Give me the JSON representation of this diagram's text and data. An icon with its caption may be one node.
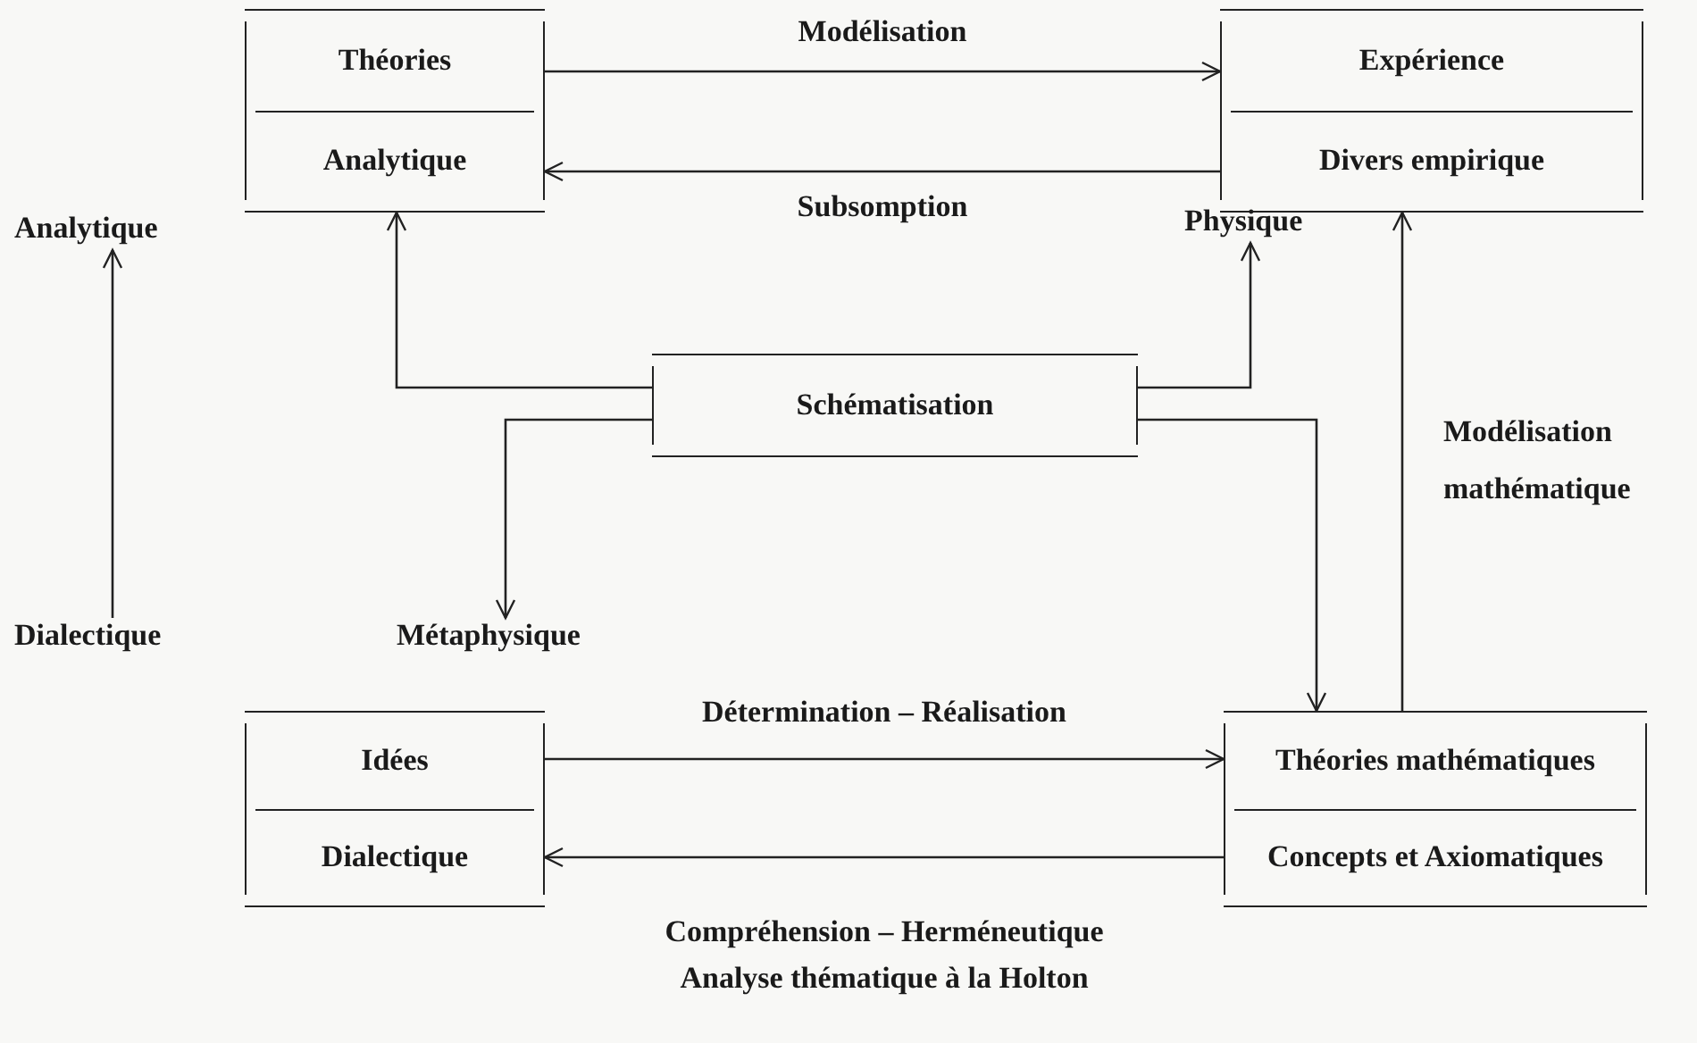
{
  "diagram": {
    "nodes": [
      {
        "text": [
          "Théories",
          "Analytique"
        ]
      },
      {
        "text": [
          "Expérience",
          "Divers empirique"
        ]
      },
      {
        "text": [
          "Schématisation"
        ]
      },
      {
        "text": [
          "Idées",
          "Dialectique"
        ]
      },
      {
        "text": [
          "Théories mathématiques",
          "Concepts et Axiomatiques"
        ]
      },
      {
        "text": [
          "Analytique"
        ]
      },
      {
        "text": [
          "Dialectique"
        ]
      },
      {
        "text": [
          "Physique"
        ]
      },
      {
        "text": [
          "Métaphysique"
        ]
      }
    ],
    "edges": [
      {
        "from": 0,
        "to": 1,
        "arrow": "to",
        "label": "Modélisation"
      },
      {
        "from": 1,
        "to": 0,
        "arrow": "to",
        "label": "Subsomption"
      },
      {
        "from": 2,
        "to": 0,
        "arrow": "to"
      },
      {
        "from": 2,
        "to": 7,
        "arrow": "to"
      },
      {
        "from": 2,
        "to": 8,
        "arrow": "to"
      },
      {
        "from": 2,
        "to": 4,
        "arrow": "to"
      },
      {
        "from": 6,
        "to": 5,
        "arrow": "to"
      },
      {
        "from": 4,
        "to": 1,
        "arrow": "to",
        "label": "Modélisation mathématique"
      },
      {
        "from": 3,
        "to": 4,
        "arrow": "to",
        "label": "Détermination – Réalisation"
      },
      {
        "from": 4,
        "to": 3,
        "arrow": "to",
        "label": "Compréhension – Herméneutique"
      }
    ],
    "labels": [
      "Analyse thématique à la Holton"
    ]
  }
}
